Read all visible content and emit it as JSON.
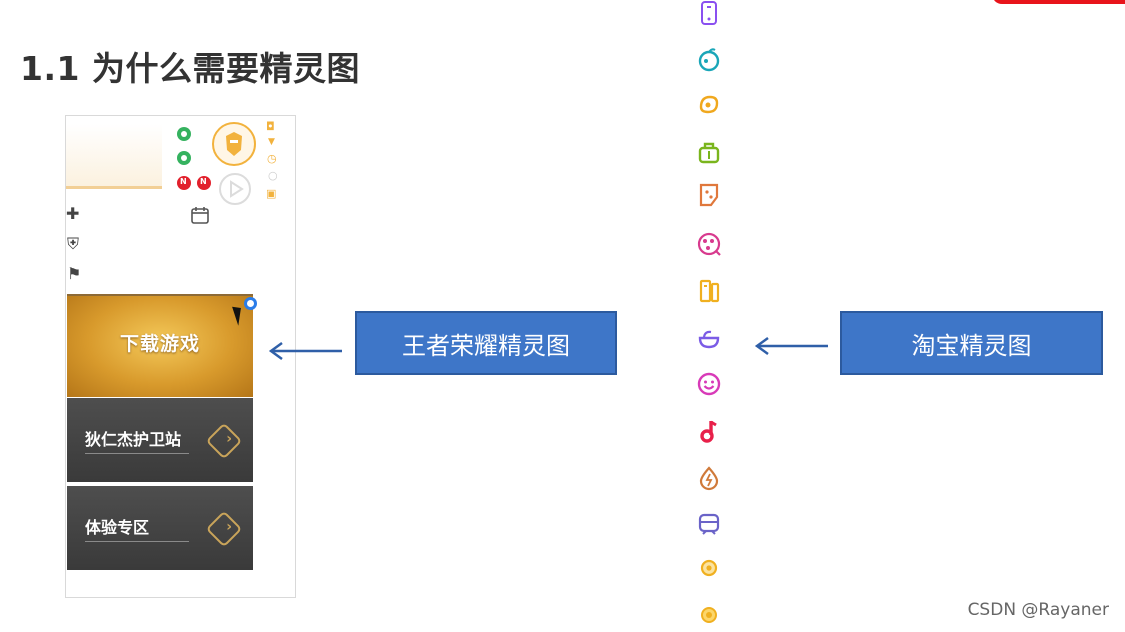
{
  "heading": "1.1 为什么需要精灵图",
  "left_sprite": {
    "download_label": "下载游戏",
    "card1_label": "狄仁杰护卫站",
    "card2_label": "体验专区",
    "red_dot_letter": "N"
  },
  "callouts": {
    "left": "王者荣耀精灵图",
    "right": "淘宝精灵图"
  },
  "watermark": "CSDN @Rayaner",
  "colors": {
    "callout_fill": "#3e76c8",
    "arrow": "#2f5fa8",
    "accent_red": "#e8141b"
  },
  "strip_icons": [
    {
      "name": "phone-icon",
      "color": "#8a4ff0"
    },
    {
      "name": "tomato-icon",
      "color": "#1aa6b8"
    },
    {
      "name": "pudding-icon",
      "color": "#f0a81e"
    },
    {
      "name": "bag-icon",
      "color": "#7ab51d"
    },
    {
      "name": "puzzle-icon",
      "color": "#e0783c"
    },
    {
      "name": "film-reel-icon",
      "color": "#d83a8e"
    },
    {
      "name": "book-icon",
      "color": "#f0b020"
    },
    {
      "name": "bowl-icon",
      "color": "#7b5ce6"
    },
    {
      "name": "smile-icon",
      "color": "#d83ab8"
    },
    {
      "name": "music-note-icon",
      "color": "#e8204a"
    },
    {
      "name": "coin-drop-icon",
      "color": "#d07a3a"
    },
    {
      "name": "train-icon",
      "color": "#6a63c8"
    },
    {
      "name": "small-coin-icon",
      "color": "#f0b020"
    },
    {
      "name": "gold-coin-icon",
      "color": "#f0b020"
    }
  ]
}
